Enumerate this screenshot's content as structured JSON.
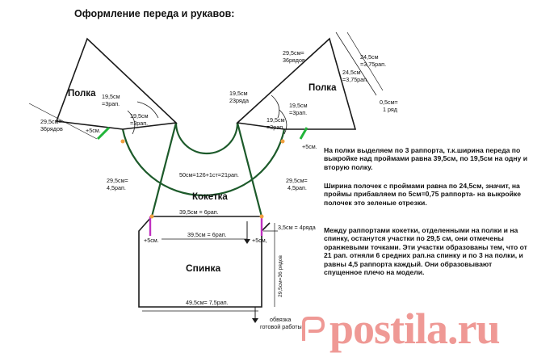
{
  "title": "Оформление   переда и рукавов:",
  "pieces": {
    "polka_left": "Полка",
    "polka_right": "Полка",
    "koketka": "Кокетка",
    "spinka": "Спинка"
  },
  "labels": {
    "l_side_a": "29,5см=",
    "l_side_b": "36рядов",
    "l_5cm": "+5см.",
    "l_195a": "19,5см",
    "l_195b": "=3рап.",
    "l_195c": "19,5см",
    "l_195d": "=3рап.",
    "k_left_a": "29,5см=",
    "k_left_b": "4,5рап.",
    "neck": "50см=126+1ст=21рап.",
    "k_right_a": "29,5см=",
    "k_right_b": "4,5рап.",
    "k_bottom": "39,5см = 6рап.",
    "r_top_a": "29,5см=",
    "r_top_b": "36рядов",
    "r_245a": "24,5см",
    "r_245b": "=3,75рап.",
    "r_245c": "24,5см",
    "r_245d": "=3,75рап.",
    "r_05a": "0,5см=",
    "r_05b": "1 ряд",
    "r_195a": "19,5см",
    "r_195b": "23ряда",
    "r_195c": "19,5см",
    "r_195d": "=3рап.",
    "r_195e": "19,5см",
    "r_195f": "=3рап.",
    "r_5cm": "+5см.",
    "s_5l": "+5см.",
    "s_5r": "+5см,",
    "s_mid": "39,5см = 6рап.",
    "s_35": "3,5см = 4ряда",
    "s_side": "29,5см=36 рядов",
    "s_bottom": "49,5см= 7,5рап.",
    "s_obv_a": "обвязка",
    "s_obv_b": "готовой работы"
  },
  "notes": [
    "На полки выделяем по 3 раппорта, т.к.ширина переда по выкройке над проймами равна 39,5см, по 19,5см на  одну и вторую полку.",
    "Ширина полочек с проймами равна по 24,5см, значит, на проймы прибавляем по 5см=0,75 раппорта- на выкройке полочек это зеленые отрезки.",
    "Между раппортами кокетки, отделенными на полки и на спинку, останутся участки по 29,5 см, они отмечены оранжевыми точками. Эти участки образованы тем, что от 21 рап. отняли 6 средних рап.на спинку и по 3 на полки, и равны 4,5 раппорта каждый.  Они образовывают спущенное плечо на модели."
  ],
  "watermark": "postila.ru",
  "colors": {
    "outline": "#1a1a1a",
    "yoke": "#1c5a2a",
    "green": "#22b53a",
    "orange": "#f0a040",
    "magenta": "#c030c0",
    "watermark": "#e2463f"
  }
}
